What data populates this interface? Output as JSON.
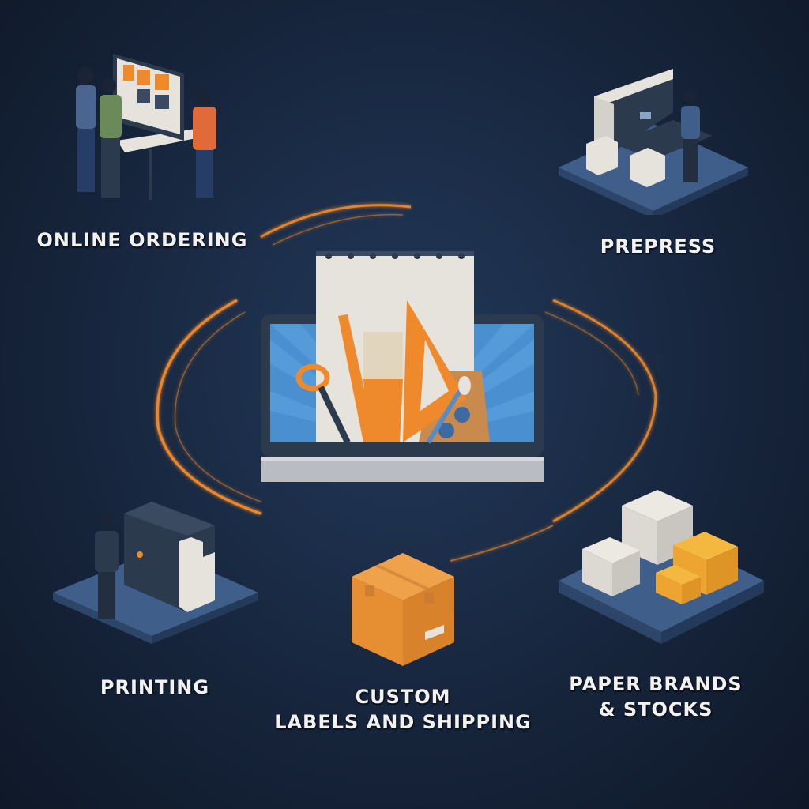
{
  "diagram": {
    "type": "hub-and-spoke",
    "center": {
      "label": "",
      "icon": "design-tools-monitor-icon",
      "description": "Monitor with sketchpad, scissors, ruler, brush, set square and palette"
    },
    "nodes": [
      {
        "id": "online-ordering",
        "label_lines": [
          "ONLINE ORDERING"
        ],
        "icon": "people-at-computer-icon"
      },
      {
        "id": "prepress",
        "label_lines": [
          "PREPRESS"
        ],
        "icon": "prepress-machine-icon"
      },
      {
        "id": "printing",
        "label_lines": [
          "PRINTING"
        ],
        "icon": "printing-press-icon"
      },
      {
        "id": "custom-labels",
        "label_lines": [
          "CUSTOM",
          "LABELS AND SHIPPING"
        ],
        "icon": "shipping-box-icon"
      },
      {
        "id": "paper-brands",
        "label_lines": [
          "PAPER BRANDS",
          "& STOCKS"
        ],
        "icon": "paper-stacks-icon"
      }
    ]
  },
  "colors": {
    "background": "#172640",
    "accent_orange": "#f0892a",
    "platform_blue": "#3f5f8a",
    "screen_blue": "#4a8fd0",
    "paper_white": "#e6e3dd",
    "text": "#f2f2f0"
  }
}
